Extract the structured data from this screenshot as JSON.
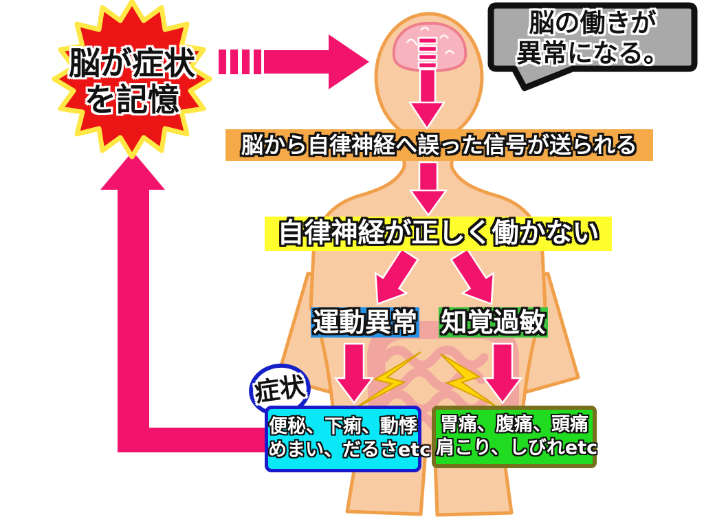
{
  "colors": {
    "arrow_pink": "#F2146C",
    "skin": "#F9CBA3",
    "skin_outline": "#F0A04B",
    "brain_fill": "#F7B3BE",
    "brain_outline": "#EE7E8E",
    "intestine": "#EF9D9D",
    "starburst_red": "#EC1515",
    "starburst_outline": "#FFE845",
    "bubble_gray": "#A9A9A9",
    "banner_orange": "#F5A947",
    "banner_yellow": "#FFFF2E",
    "label_blue": "#2892E6",
    "label_green": "#3FC43F",
    "box_cyan": "#0AE8F8",
    "box_cyan_border": "#1A1ACB",
    "box_green": "#20DB20",
    "box_green_border": "#77701C",
    "symptom_circle_border": "#1520C8",
    "bolt_yellow": "#FFD60A"
  },
  "starburst": {
    "line1": "脳が症状",
    "line2": "を記憶"
  },
  "speech_bubble": {
    "line1": "脳の働きが",
    "line2": "異常になる。"
  },
  "banner_orange": {
    "text": "脳から自律神経へ誤った信号が送られる"
  },
  "banner_yellow": {
    "text": "自律神経が正しく働かない"
  },
  "labels": {
    "motor": "運動異常",
    "sensory": "知覚過敏"
  },
  "symptom_circle": {
    "text": "症状"
  },
  "symptom_box_left": {
    "line1": "便秘、下痢、動悸",
    "line2": "めまい、だるさetc"
  },
  "symptom_box_right": {
    "line1": "胃痛、腹痛、頭痛",
    "line2": "肩こり、しびれetc"
  }
}
